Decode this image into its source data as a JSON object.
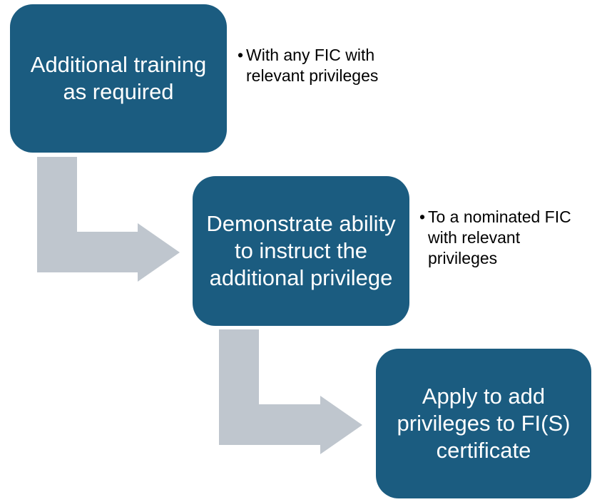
{
  "steps": [
    {
      "label": "Additional training as required"
    },
    {
      "label": "Demonstrate ability to instruct the additional privilege"
    },
    {
      "label": "Apply to add privileges to FI(S) certificate"
    }
  ],
  "notes": [
    {
      "bullet": "•",
      "text": "With any FIC with relevant privileges"
    },
    {
      "bullet": "•",
      "text": "To a nominated FIC with relevant privileges"
    }
  ],
  "colors": {
    "box_fill": "#1b5c80",
    "box_text": "#ffffff",
    "arrow_fill": "#bfc6ce",
    "note_text": "#000000"
  }
}
